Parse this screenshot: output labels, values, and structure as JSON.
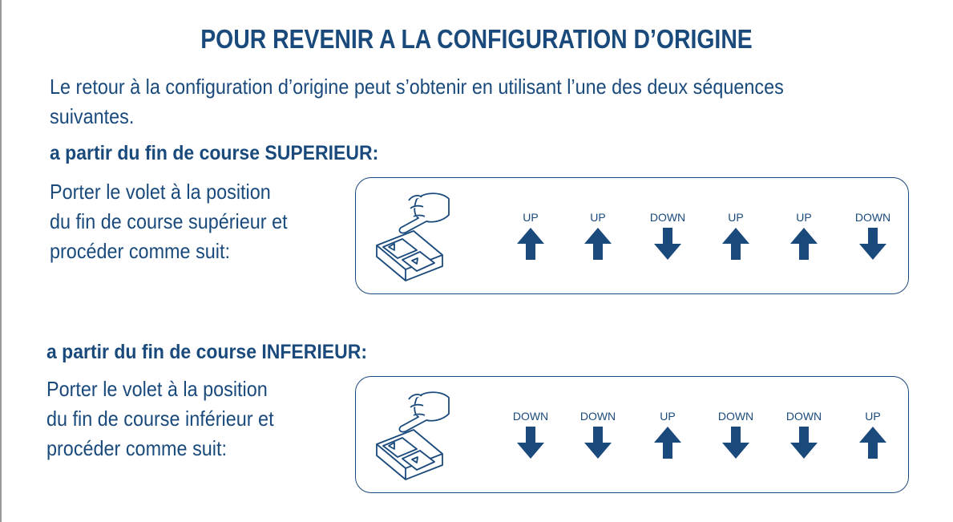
{
  "title": "POUR REVENIR A LA CONFIGURATION D’ORIGINE",
  "intro": "Le retour à la configuration d’origine peut s’obtenir en utilisant l’une des deux séquences suivantes.",
  "colors": {
    "primary": "#1a4a7c"
  },
  "sections": [
    {
      "heading": "a partir du fin de course SUPERIEUR:",
      "instruction_lines": [
        "Porter le volet à la position",
        "du fin de course supérieur et",
        "procéder comme suit:"
      ],
      "illustration_icon": "hand-pressing-remote-icon",
      "sequence": [
        "UP",
        "UP",
        "DOWN",
        "UP",
        "UP",
        "DOWN"
      ]
    },
    {
      "heading": "a partir du fin de course INFERIEUR:",
      "instruction_lines": [
        "Porter le volet à la position",
        "du fin de course inférieur et",
        "procéder comme suit:"
      ],
      "illustration_icon": "hand-pressing-remote-icon",
      "sequence": [
        "DOWN",
        "DOWN",
        "UP",
        "DOWN",
        "DOWN",
        "UP"
      ]
    }
  ]
}
